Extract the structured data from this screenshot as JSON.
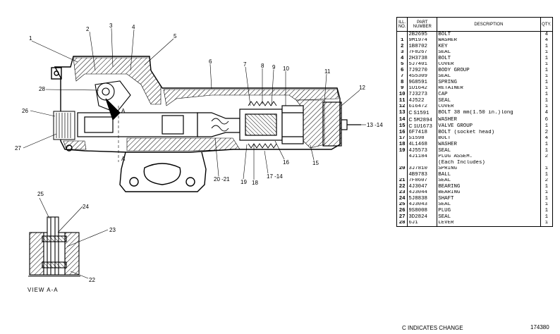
{
  "diagram": {
    "callouts": [
      "1",
      "2",
      "3",
      "4",
      "5",
      "6",
      "7",
      "8",
      "9",
      "10",
      "11",
      "12",
      "13 -14",
      "15",
      "16",
      "17 -14",
      "18",
      "19",
      "20 -21",
      "22",
      "23",
      "24",
      "25",
      "26",
      "27",
      "28"
    ],
    "section_marks": [
      "A",
      "A"
    ],
    "view_label": "VIEW A-A"
  },
  "table": {
    "headers": {
      "index": "ILL. NO.",
      "part_number": "PART NUMBER",
      "description": "DESCRIPTION",
      "qty": "QTY."
    },
    "rows": [
      {
        "index": "",
        "part_number": "2B2695",
        "description": "BOLT",
        "qty": "4"
      },
      {
        "index": "1",
        "part_number": "9M1974",
        "description": "WASHER",
        "qty": "4"
      },
      {
        "index": "2",
        "part_number": "1B8702",
        "description": "KEY",
        "qty": "1"
      },
      {
        "index": "3",
        "part_number": "7F8267",
        "description": "SEAL",
        "qty": "1"
      },
      {
        "index": "4",
        "part_number": "2H3738",
        "description": "BOLT",
        "qty": "1"
      },
      {
        "index": "5",
        "part_number": "5J7401",
        "description": "COVER",
        "qty": "1"
      },
      {
        "index": "6",
        "part_number": "7J9270",
        "description": "BODY GROUP",
        "qty": "1"
      },
      {
        "index": "7",
        "part_number": "4S5309",
        "description": "SEAL",
        "qty": "1"
      },
      {
        "index": "8",
        "part_number": "9G8591",
        "description": "SPRING",
        "qty": "1"
      },
      {
        "index": "9",
        "part_number": "1U1642",
        "description": "RETAINER",
        "qty": "1"
      },
      {
        "index": "10",
        "part_number": "7J3273",
        "description": "CAP",
        "qty": "1"
      },
      {
        "index": "11",
        "part_number": "4J522",
        "description": "SEAL",
        "qty": "1"
      },
      {
        "index": "12",
        "part_number": "6I6472",
        "description": "COVER",
        "qty": "1"
      },
      {
        "index": "13",
        "part_number": "S1591",
        "description": "BOLT  38 mm(1.50 in.)long",
        "qty": "4"
      },
      {
        "index": "14",
        "part_number": "5M2894",
        "description": "WASHER",
        "qty": "6"
      },
      {
        "index": "15",
        "part_number": "1U1673",
        "description": "VALVE GROUP",
        "qty": "1"
      },
      {
        "index": "16",
        "part_number": "6F7418",
        "description": "BOLT (socket head)",
        "qty": "2"
      },
      {
        "index": "17",
        "part_number": "S1598",
        "description": "BOLT",
        "qty": "4"
      },
      {
        "index": "18",
        "part_number": "4L1468",
        "description": "WASHER",
        "qty": "1"
      },
      {
        "index": "19",
        "part_number": "4J5573",
        "description": "SEAL",
        "qty": "1"
      },
      {
        "index": "",
        "part_number": "4J1184",
        "description": "PLUG ASSEM.",
        "qty": "2"
      },
      {
        "index": "",
        "part_number": "",
        "description": "(Each Includes)",
        "qty": ""
      },
      {
        "index": "20",
        "part_number": "3J7810",
        "description": "SPRING",
        "qty": "1"
      },
      {
        "index": "",
        "part_number": "4B9783",
        "description": "BALL",
        "qty": "1"
      },
      {
        "index": "21",
        "part_number": "7F8607",
        "description": "SEAL",
        "qty": "2"
      },
      {
        "index": "22",
        "part_number": "4J3047",
        "description": "BEARING",
        "qty": "1"
      },
      {
        "index": "23",
        "part_number": "4J3044",
        "description": "BEARING",
        "qty": "1"
      },
      {
        "index": "24",
        "part_number": "5J8838",
        "description": "SHAFT",
        "qty": "1"
      },
      {
        "index": "25",
        "part_number": "4J3043",
        "description": "SEAL",
        "qty": "1"
      },
      {
        "index": "26",
        "part_number": "9S8008",
        "description": "PLUG",
        "qty": "1"
      },
      {
        "index": "27",
        "part_number": "3D2824",
        "description": "SEAL",
        "qty": "1"
      },
      {
        "index": "28",
        "part_number": "6J1",
        "description": "LEVER",
        "qty": "1"
      }
    ],
    "change_marks": [
      "C",
      "C",
      "C"
    ]
  },
  "footer": {
    "note": "C INDICATES CHANGE",
    "drawing_number": "174380"
  }
}
